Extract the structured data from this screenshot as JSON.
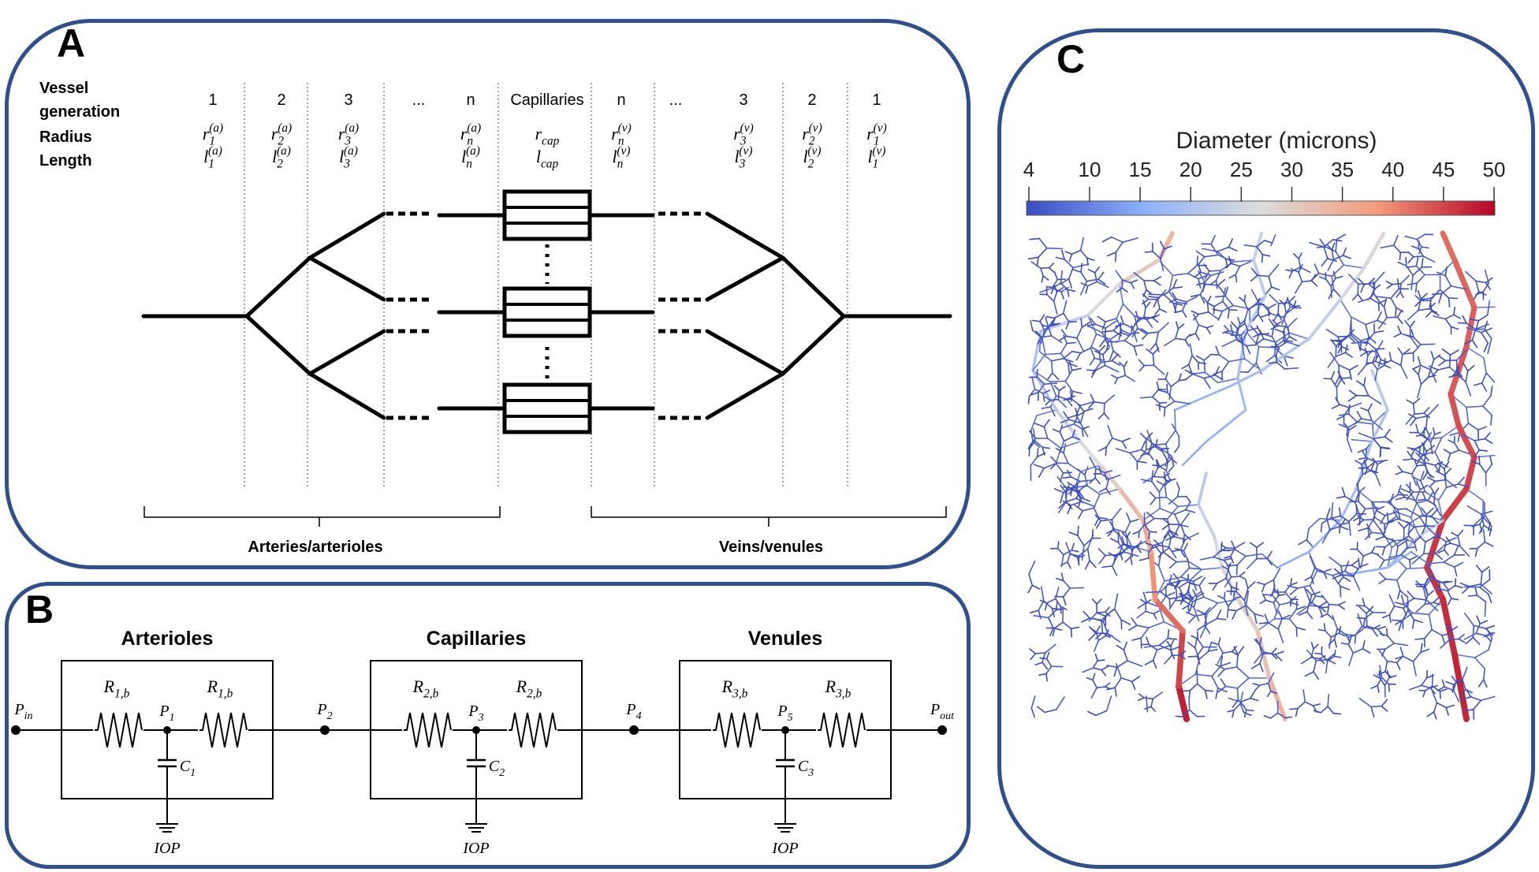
{
  "panel_a": {
    "label": "A",
    "row_headers": [
      "Vessel",
      "generation",
      "Radius",
      "Length"
    ],
    "columns": [
      {
        "gen": "1",
        "r": "r",
        "r_sub": "1",
        "r_sup": "(a)",
        "l": "l",
        "l_sub": "1",
        "l_sup": "(a)"
      },
      {
        "gen": "2",
        "r": "r",
        "r_sub": "2",
        "r_sup": "(a)",
        "l": "l",
        "l_sub": "2",
        "l_sup": "(a)"
      },
      {
        "gen": "3",
        "r": "r",
        "r_sub": "3",
        "r_sup": "(a)",
        "l": "l",
        "l_sub": "3",
        "l_sup": "(a)"
      },
      {
        "gen": "...",
        "r": "",
        "r_sub": "",
        "r_sup": "",
        "l": "",
        "l_sub": "",
        "l_sup": ""
      },
      {
        "gen": "n",
        "r": "r",
        "r_sub": "n",
        "r_sup": "(a)",
        "l": "l",
        "l_sub": "n",
        "l_sup": "(a)"
      },
      {
        "gen": "Capillaries",
        "r": "r",
        "r_sub": "cap",
        "r_sup": "",
        "l": "l",
        "l_sub": "cap",
        "l_sup": ""
      },
      {
        "gen": "n",
        "r": "r",
        "r_sub": "n",
        "r_sup": "(v)",
        "l": "l",
        "l_sub": "n",
        "l_sup": "(v)"
      },
      {
        "gen": "...",
        "r": "",
        "r_sub": "",
        "r_sup": "",
        "l": "",
        "l_sub": "",
        "l_sup": ""
      },
      {
        "gen": "3",
        "r": "r",
        "r_sub": "3",
        "r_sup": "(v)",
        "l": "l",
        "l_sub": "3",
        "l_sup": "(v)"
      },
      {
        "gen": "2",
        "r": "r",
        "r_sub": "2",
        "r_sup": "(v)",
        "l": "l",
        "l_sub": "2",
        "l_sup": "(v)"
      },
      {
        "gen": "1",
        "r": "r",
        "r_sub": "1",
        "r_sup": "(v)",
        "l": "l",
        "l_sub": "1",
        "l_sup": "(v)"
      }
    ],
    "bracket_left_label": "Arteries/arterioles",
    "bracket_right_label": "Veins/venules"
  },
  "panel_b": {
    "label": "B",
    "groups": [
      {
        "title": "Arterioles",
        "r_left": "R",
        "r_left_sub": "1,b",
        "r_right": "R",
        "r_right_sub": "1,b",
        "p_mid": "P",
        "p_mid_sub": "1",
        "cap": "C",
        "cap_sub": "1",
        "ground": "IOP"
      },
      {
        "title": "Capillaries",
        "r_left": "R",
        "r_left_sub": "2,b",
        "r_right": "R",
        "r_right_sub": "2,b",
        "p_mid": "P",
        "p_mid_sub": "3",
        "cap": "C",
        "cap_sub": "2",
        "ground": "IOP"
      },
      {
        "title": "Venules",
        "r_left": "R",
        "r_left_sub": "3,b",
        "r_right": "R",
        "r_right_sub": "3,b",
        "p_mid": "P",
        "p_mid_sub": "5",
        "cap": "C",
        "cap_sub": "3",
        "ground": "IOP"
      }
    ],
    "nodes": [
      {
        "p": "P",
        "sub": "in"
      },
      {
        "p": "P",
        "sub": "2"
      },
      {
        "p": "P",
        "sub": "4"
      },
      {
        "p": "P",
        "sub": "out"
      }
    ]
  },
  "panel_c": {
    "label": "C",
    "colorbar_title": "Diameter (microns)",
    "ticks": [
      "4",
      "10",
      "15",
      "20",
      "25",
      "30",
      "35",
      "40",
      "45",
      "50"
    ],
    "tick_values": [
      4,
      10,
      15,
      20,
      25,
      30,
      35,
      40,
      45,
      50
    ],
    "colormap": [
      "#3b4cc0",
      "#8db0fe",
      "#dddddd",
      "#f49a7b",
      "#b40426"
    ]
  }
}
